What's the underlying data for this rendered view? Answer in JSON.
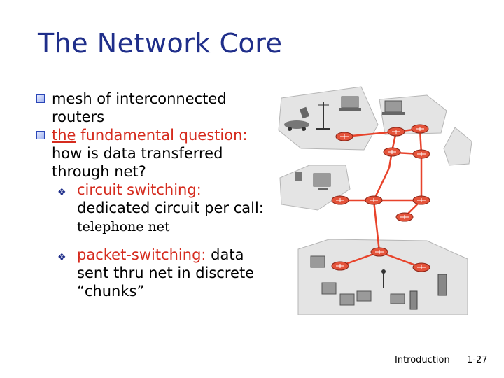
{
  "slide": {
    "title": "The Network Core",
    "bullets": [
      {
        "text": "mesh of interconnected routers"
      },
      {
        "emph": "the",
        "rest": " fundamental question:",
        "cont": "how is data transferred through net?"
      }
    ],
    "sub_bullets": [
      {
        "red": "circuit switching:",
        "black": "dedicated circuit per call:",
        "note": "telephone net"
      },
      {
        "red": "packet-switching:",
        "black": "data sent thru net in discrete “chunks”"
      }
    ],
    "footer": {
      "section": "Introduction",
      "page": "1-27"
    }
  },
  "colors": {
    "title": "#1f2e8a",
    "accent_red": "#d52b1e",
    "link": "#e8432b",
    "router": "#e4533a"
  }
}
